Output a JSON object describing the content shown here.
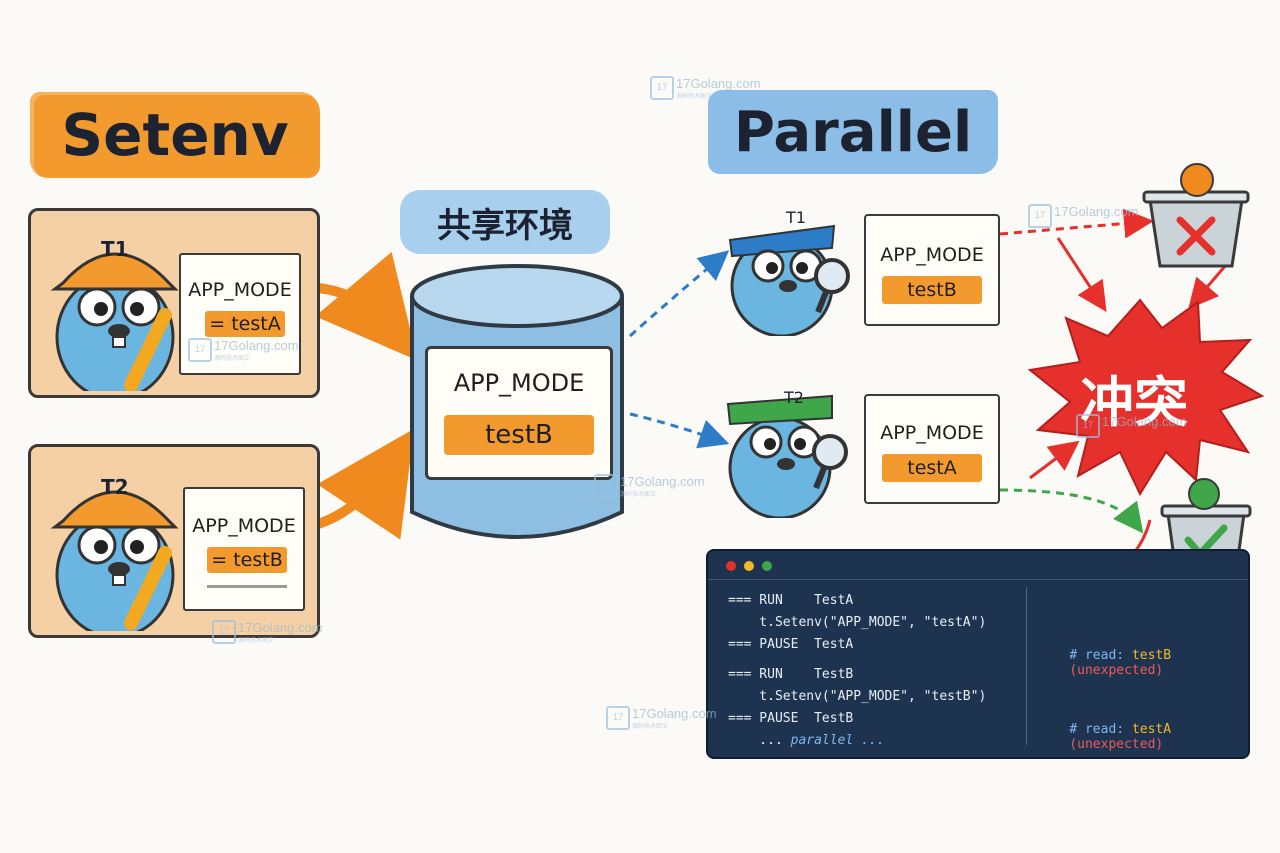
{
  "left_banner": "Setenv",
  "right_banner": "Parallel",
  "shared_banner": "共享环境",
  "left_tests": [
    {
      "tag": "T1",
      "key": "APP_MODE",
      "value": "= testA"
    },
    {
      "tag": "T2",
      "key": "APP_MODE",
      "value": "= testB"
    }
  ],
  "shared_env": {
    "key": "APP_MODE",
    "value": "testB"
  },
  "right_tests": [
    {
      "tag": "T1",
      "key": "APP_MODE",
      "value": "testB"
    },
    {
      "tag": "T2",
      "key": "APP_MODE",
      "value": "testA"
    }
  ],
  "conflict_label": "冲突",
  "watermark": {
    "text": "17Golang.com",
    "sub": "源码技术图文"
  },
  "terminal": {
    "lines": [
      "=== RUN    TestA",
      "    t.Setenv(\"APP_MODE\", \"testA\")",
      "=== PAUSE  TestA",
      "=== RUN    TestB",
      "    t.Setenv(\"APP_MODE\", \"testB\")",
      "=== PAUSE  TestB",
      "    ... "
    ],
    "parallel_word": "parallel ...",
    "comment_prefix": "# read: ",
    "comments": [
      {
        "value": "testB",
        "note": "(unexpected)"
      },
      {
        "value": "testA",
        "note": "(unexpected)"
      }
    ]
  },
  "colors": {
    "orange": "#f39a2e",
    "blue": "#8bbde6",
    "red": "#e5302c",
    "green": "#3fa64a",
    "terminal_bg": "#1d3350"
  }
}
